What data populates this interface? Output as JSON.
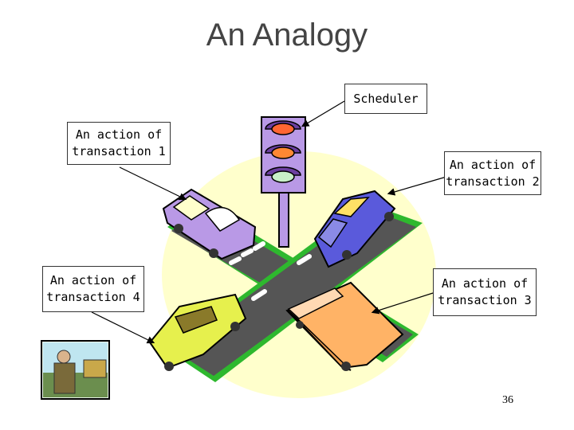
{
  "slide": {
    "title": "An Analogy",
    "page_number": "36"
  },
  "callouts": {
    "scheduler": {
      "lines": [
        "Scheduler"
      ]
    },
    "transaction1": {
      "lines": [
        "An action of",
        "transaction 1"
      ]
    },
    "transaction2": {
      "lines": [
        "An action of",
        "transaction 2"
      ]
    },
    "transaction3": {
      "lines": [
        "An action of",
        "transaction 3"
      ]
    },
    "transaction4": {
      "lines": [
        "An action of",
        "transaction 4"
      ]
    }
  },
  "colors": {
    "background_blob": "#ffffcc",
    "road": "#2eb82e",
    "asphalt": "#5a5a5a",
    "traffic_light_body": "#b999e6",
    "light_red": "#ff6633",
    "light_yellow": "#ffe066",
    "light_green": "#c8f0c8"
  }
}
